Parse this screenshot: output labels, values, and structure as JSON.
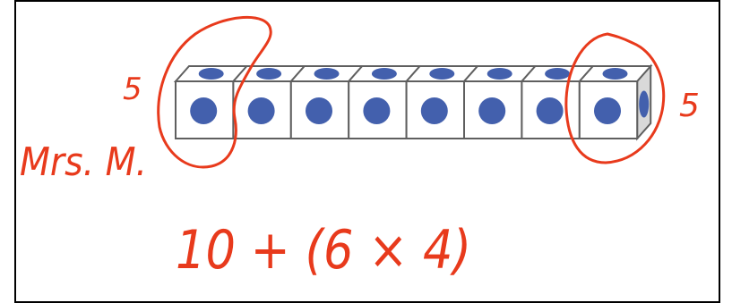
{
  "canvas": {
    "background": "#ffffff",
    "frame_color": "#000000"
  },
  "cube_train": {
    "cube_count": 8,
    "face_color": "#ffffff",
    "edge_color": "#5f5f5f",
    "side_color": "#d9d9d9",
    "dot_color": "#4360ad"
  },
  "annotations": {
    "ink_color": "#e83a1c",
    "left_count": "5",
    "right_count": "5",
    "author": "Mrs. M.",
    "expression": "10 + (6 × 4)"
  }
}
